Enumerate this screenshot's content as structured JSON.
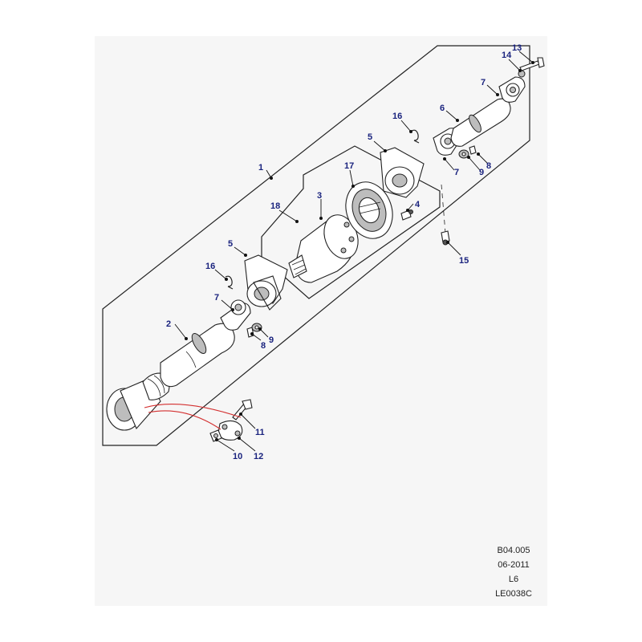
{
  "callouts": {
    "c1": "1",
    "c2": "2",
    "c3": "3",
    "c4": "4",
    "c5a": "5",
    "c5b": "5",
    "c6": "6",
    "c7a": "7",
    "c7b": "7",
    "c7c": "7",
    "c8a": "8",
    "c8b": "8",
    "c9a": "9",
    "c9b": "9",
    "c10": "10",
    "c11": "11",
    "c12": "12",
    "c13": "13",
    "c14": "14",
    "c15": "15",
    "c16a": "16",
    "c16b": "16",
    "c17": "17",
    "c18": "18"
  },
  "reference": {
    "diagram_code": "B04.005",
    "date": "06-2011",
    "engine": "L6",
    "illustration_id": "LE0038C"
  },
  "colors": {
    "callout": "#1a237e",
    "highlight_line": "#d32f2f",
    "panel": "#f6f6f6"
  }
}
